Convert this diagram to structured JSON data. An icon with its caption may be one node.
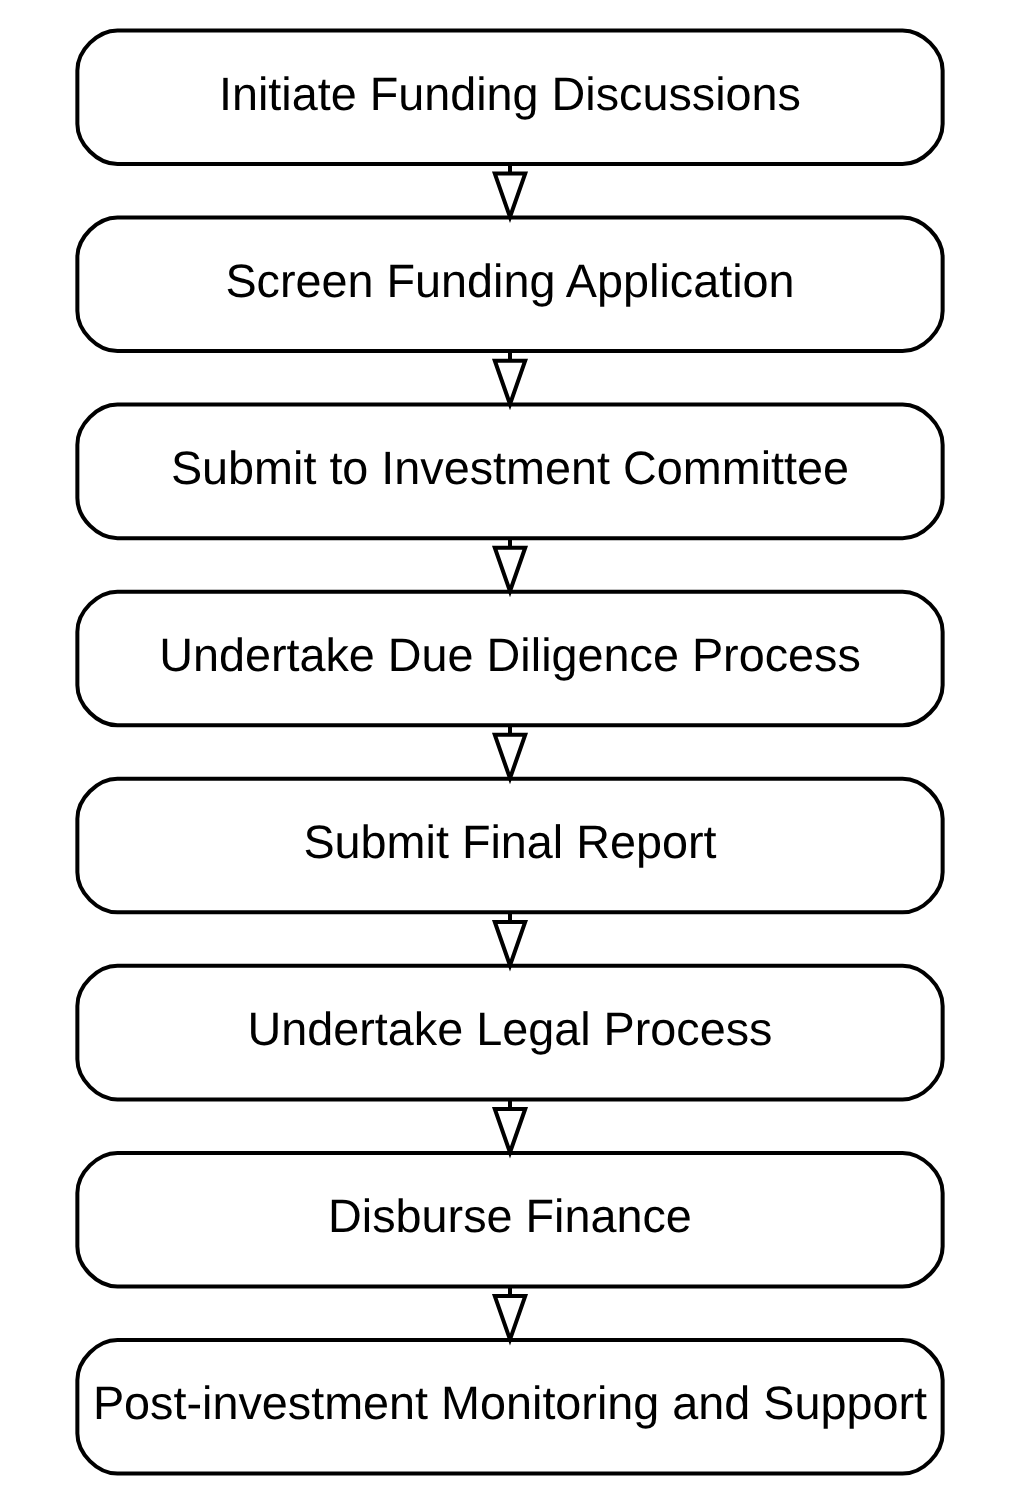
{
  "diagram": {
    "nodes": [
      {
        "text": [
          "Initiate Funding Discussions"
        ]
      },
      {
        "text": [
          "Screen Funding Application"
        ]
      },
      {
        "text": [
          "Submit to Investment Committee"
        ]
      },
      {
        "text": [
          "Undertake Due Diligence Process"
        ]
      },
      {
        "text": [
          "Submit Final Report"
        ]
      },
      {
        "text": [
          "Undertake Legal Process"
        ]
      },
      {
        "text": [
          "Disburse Finance"
        ]
      },
      {
        "text": [
          "Post-investment Monitoring and Support"
        ]
      }
    ],
    "edges": [
      {
        "from": 0,
        "to": 1,
        "arrow": "to"
      },
      {
        "from": 1,
        "to": 2,
        "arrow": "to"
      },
      {
        "from": 2,
        "to": 3,
        "arrow": "to"
      },
      {
        "from": 3,
        "to": 4,
        "arrow": "to"
      },
      {
        "from": 4,
        "to": 5,
        "arrow": "to"
      },
      {
        "from": 5,
        "to": 6,
        "arrow": "to"
      },
      {
        "from": 6,
        "to": 7,
        "arrow": "to"
      }
    ]
  }
}
